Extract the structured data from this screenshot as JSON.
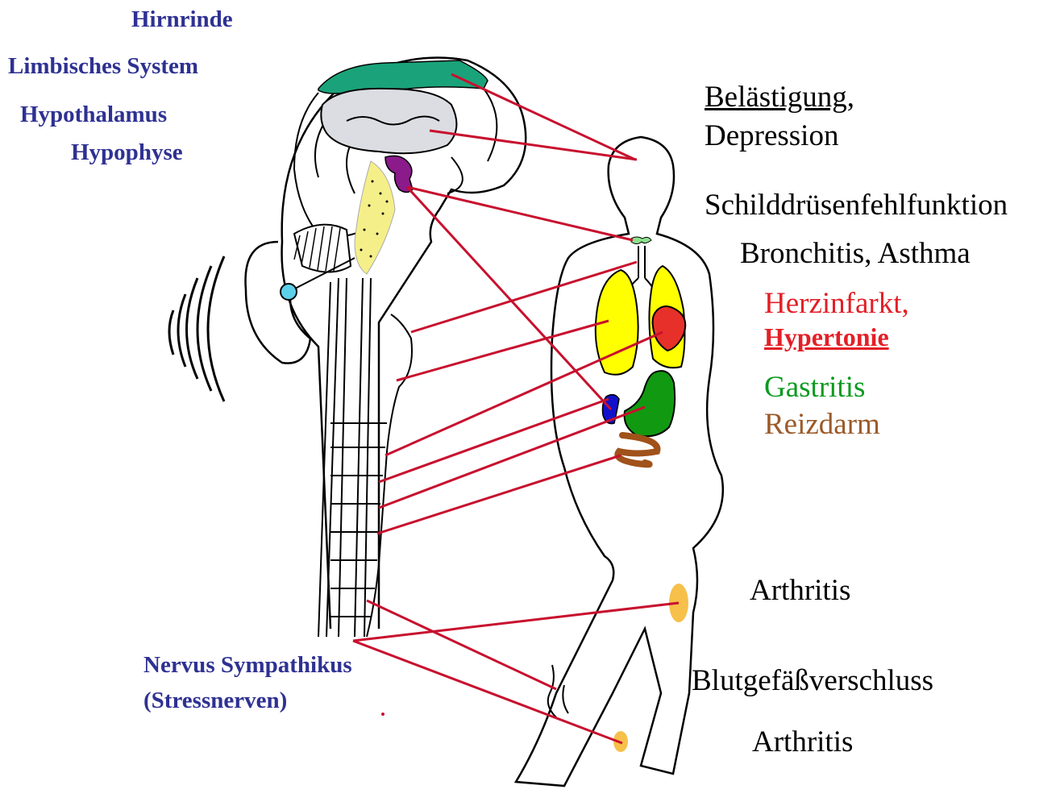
{
  "colors": {
    "brain_label": "#2e3192",
    "connector": "#c8102e",
    "cortex": "#1aa37a",
    "limbic": "#dcdde2",
    "hypothalamus": "#8b1a8b",
    "pituitary": "#5bd0e8",
    "spinal_dots": "#f5ef8a",
    "lungs": "#ffff00",
    "heart": "#e8302a",
    "stomach": "#119911",
    "liver": "#1111cc",
    "intestine": "#a0521a",
    "joint": "#f6c04a",
    "thyroid": "#8ee08e",
    "herzinfarkt_text": "#e31f26",
    "gastritis_text": "#0b9a1f",
    "reizdarm_text": "#9b5a28"
  },
  "brain_labels": {
    "hirnrinde": "Hirnrinde",
    "limbisches_system": "Limbisches System",
    "hypothalamus": "Hypothalamus",
    "hypophyse": "Hypophyse"
  },
  "nerve_labels": {
    "nervus_sympathikus": "Nervus Sympathikus",
    "stressnerven": "(Stressnerven)"
  },
  "disease_labels": {
    "belaestigung": "Belästigung",
    "comma": ",",
    "depression": "Depression",
    "schilddruese": "Schilddrüsenfehlfunktion",
    "bronchitis": "Bronchitis, Asthma",
    "herzinfarkt": "Herzinfarkt,",
    "hypertonie": "Hypertonie",
    "gastritis": "Gastritis",
    "reizdarm": "Reizdarm",
    "arthritis_knee": "Arthritis",
    "blutgefaess": "Blutgefäßverschluss",
    "arthritis_ankle": "Arthritis"
  }
}
